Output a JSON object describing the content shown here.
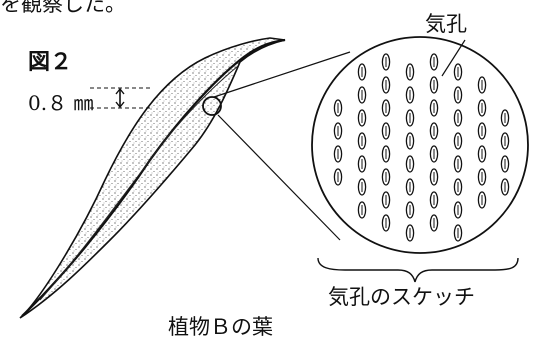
{
  "intro_text": "を観察した。",
  "figure_label": "図２",
  "measure_label": "0.８ ㎜",
  "stomata_label": "気孔",
  "sketch_caption": "気孔のスケッチ",
  "leaf_caption": "植物Ｂの葉"
}
